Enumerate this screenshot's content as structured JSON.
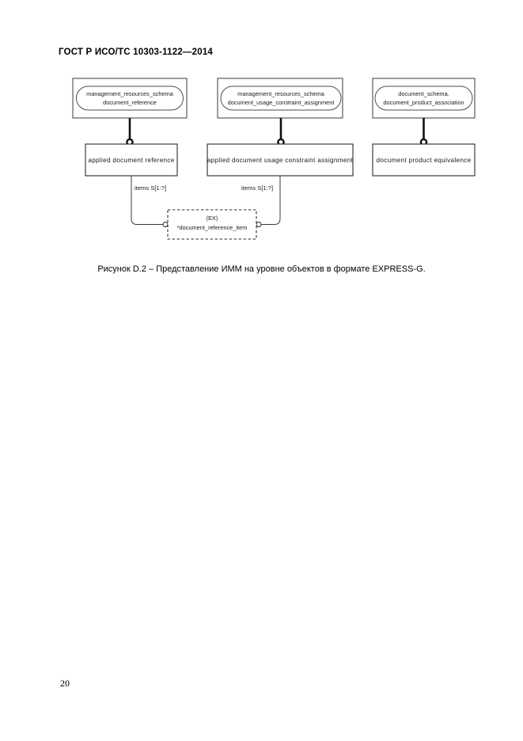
{
  "document": {
    "header": "ГОСТ Р ИСО/ТС 10303-1122—2014",
    "page_number": "20",
    "caption": "Рисунок D.2 –  Представление ИММ на уровне объектов в формате EXPRESS-G."
  },
  "figure": {
    "schema_boxes": [
      {
        "id": "schema-box-1",
        "line1": "management_resources_schema",
        "line2": "document_reference"
      },
      {
        "id": "schema-box-2",
        "line1": "management_resources_schema",
        "line2": "document_usage_constraint_assignment"
      },
      {
        "id": "schema-box-3",
        "line1": "document_schema.",
        "line2": "document_product_association"
      }
    ],
    "entity_boxes": [
      {
        "id": "entity-box-1",
        "label": "applied document reference"
      },
      {
        "id": "entity-box-2",
        "label": "applied document usage constraint assignment"
      },
      {
        "id": "entity-box-3",
        "label": "document product equivalence"
      }
    ],
    "edge_labels": [
      {
        "id": "edge-label-left",
        "text": "items S[1:?]"
      },
      {
        "id": "edge-label-right",
        "text": "items S[1:?]"
      }
    ],
    "select_box": {
      "id": "select-type-box",
      "line1": "(EX)",
      "line2": "*document_reference_item"
    },
    "colors": {
      "stroke": "#2b2b2b",
      "schema_stroke": "#4d4d4d",
      "background": "#ffffff",
      "text": "#1a1a1a"
    }
  }
}
